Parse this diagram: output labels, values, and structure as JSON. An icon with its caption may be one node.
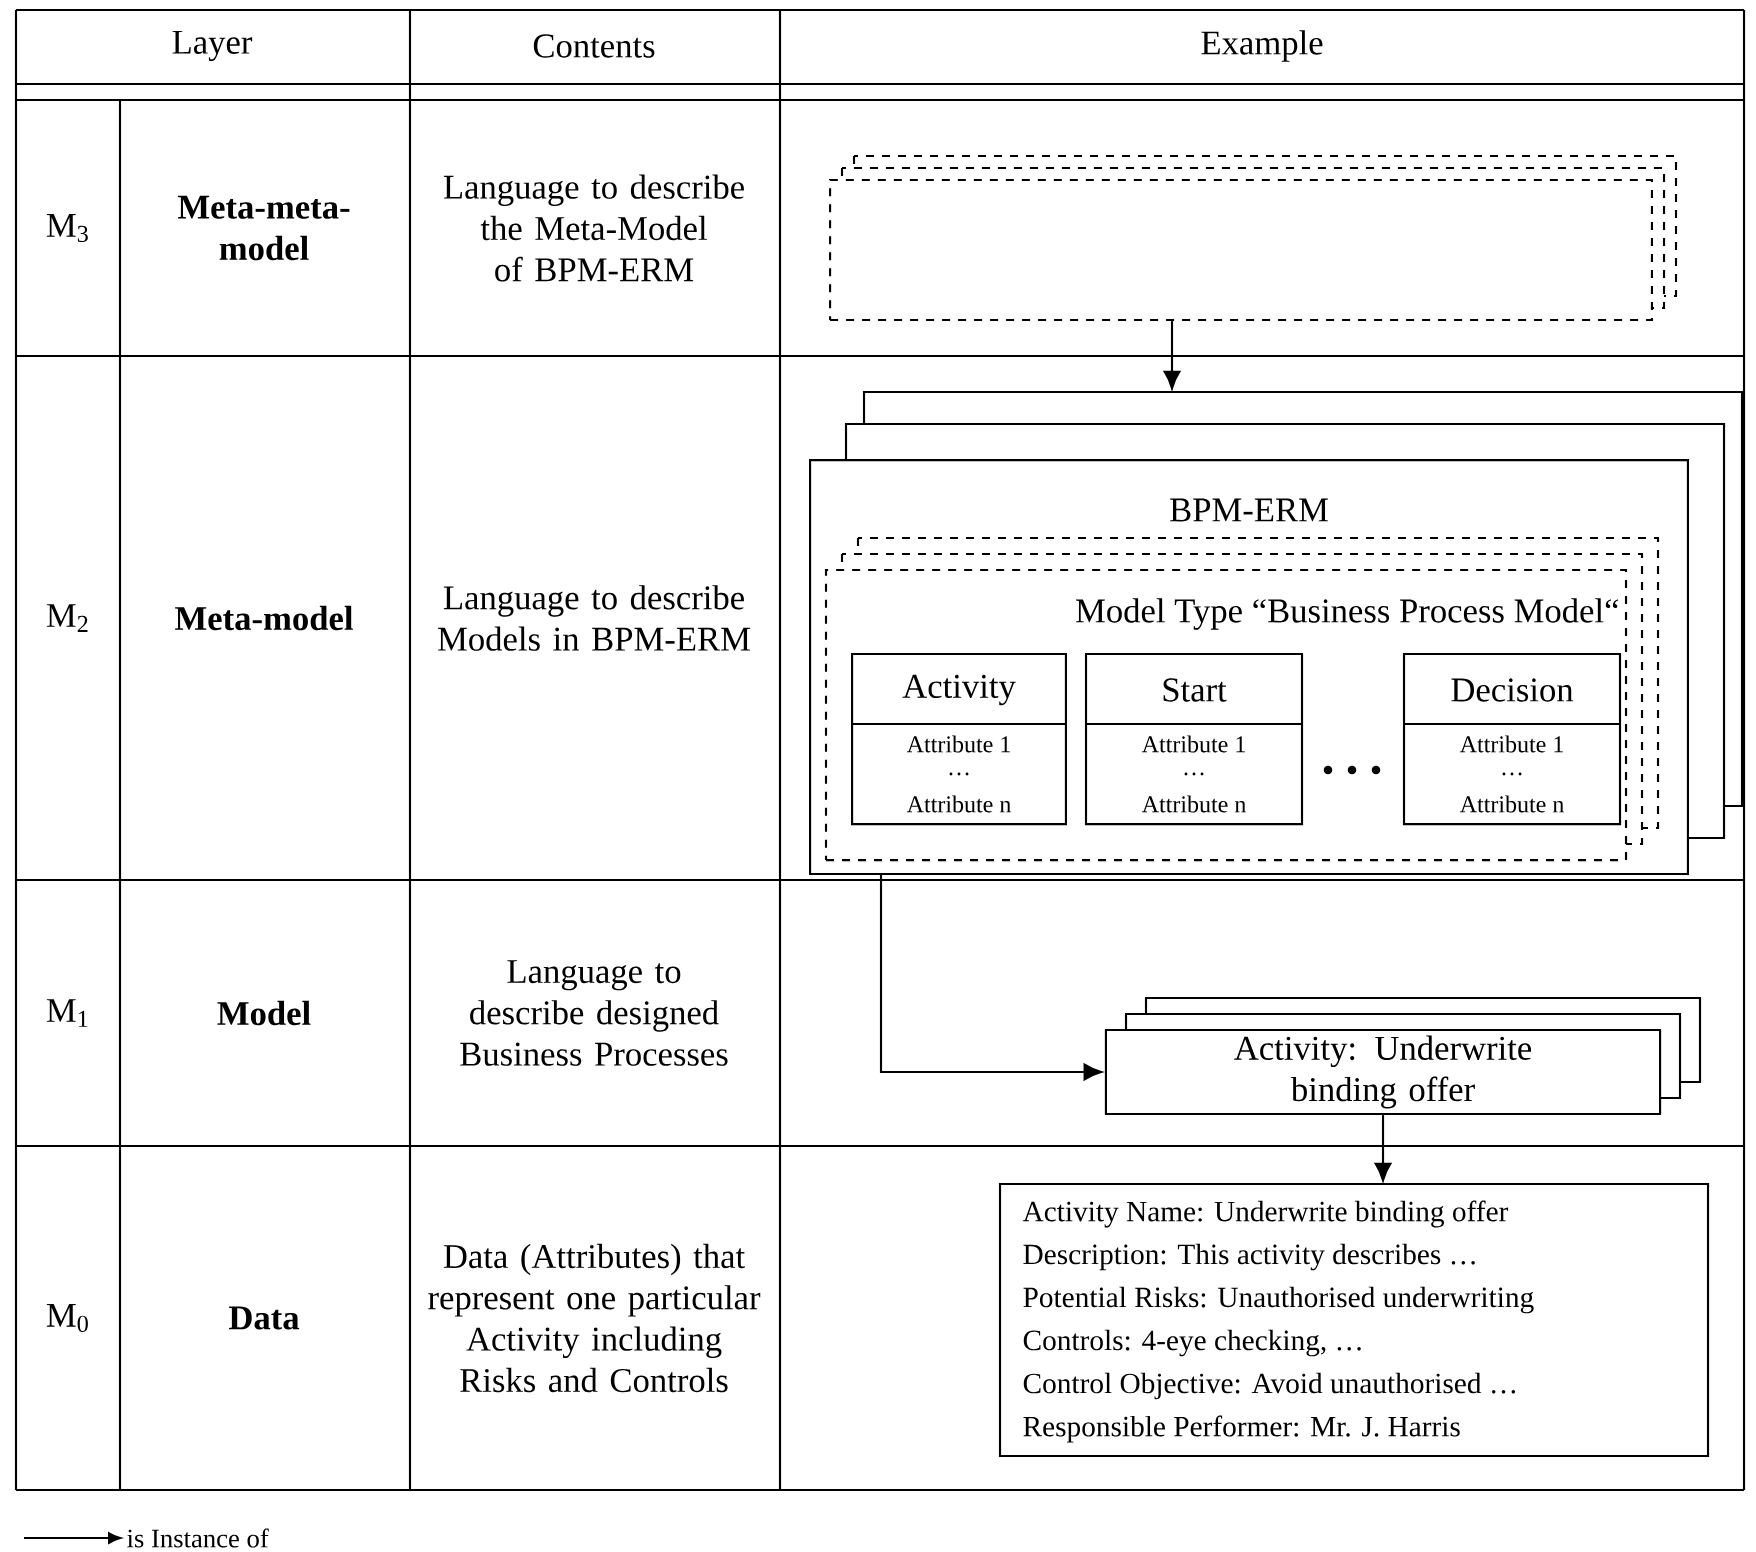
{
  "diagram": {
    "nodes": [
      {
        "text": [],
        "shape": "box"
      },
      {
        "text": [
          "BPM-ERM"
        ]
      },
      {
        "text": [
          "Model Type “Business Process Model“"
        ],
        "in": 1
      },
      {
        "text": [
          "Activity",
          "Attribute 1",
          "…",
          "Attribute n"
        ],
        "in": 2
      },
      {
        "text": [
          "Start",
          "Attribute 1",
          "…",
          "Attribute n"
        ],
        "in": 2
      },
      {
        "text": [
          "Decision",
          "Attribute 1",
          "…",
          "Attribute n"
        ],
        "in": 2
      },
      {
        "text": [
          "Activity: Underwrite binding offer"
        ]
      },
      {
        "text": [
          "Activity Name: Underwrite binding offer",
          "Description: This activity describes …",
          "Potential Risks: Unauthorised underwriting",
          "Controls: 4-eye checking, …",
          "Control Objective: Avoid unauthorised …",
          "Responsible Performer: Mr. J. Harris"
        ]
      }
    ],
    "edges": [
      {
        "from": 0,
        "to": 1,
        "arrow": "to"
      },
      {
        "from": 1,
        "to": 6,
        "arrow": "to"
      },
      {
        "from": 6,
        "to": 7,
        "arrow": "to"
      }
    ],
    "labels": [
      "Layer",
      "Contents",
      "Example",
      "M$_{3}$",
      "Meta-meta-model",
      "Language to describe the Meta-Model of BPM-ERM",
      "M$_{2}$",
      "Meta-model",
      "Language to describe Models in BPM-ERM",
      "M$_{1}$",
      "Model",
      "Language to describe designed Business Processes",
      "M$_{0}$",
      "Data",
      "Data (Attributes) that represent one particular Activity including Risks and Controls"
    ],
    "legend": [
      {
        "text": "is Instance of"
      }
    ]
  }
}
